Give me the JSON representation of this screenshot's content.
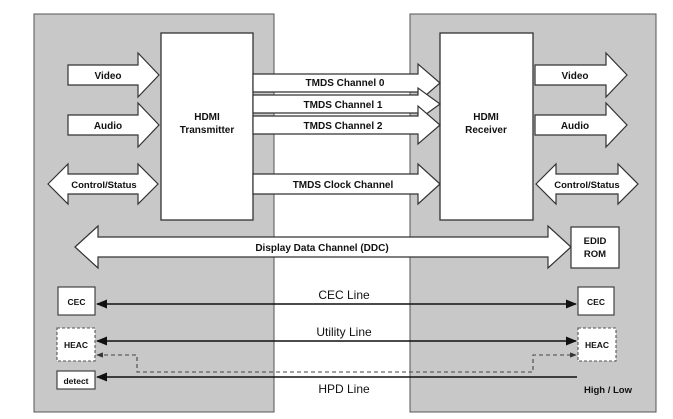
{
  "transmitter": {
    "block_title_line1": "HDMI",
    "block_title_line2": "Transmitter",
    "inputs": {
      "video": "Video",
      "audio": "Audio",
      "control": "Control/Status"
    }
  },
  "receiver": {
    "block_title_line1": "HDMI",
    "block_title_line2": "Receiver",
    "outputs": {
      "video": "Video",
      "audio": "Audio",
      "control": "Control/Status"
    }
  },
  "tmds": {
    "ch0": "TMDS Channel 0",
    "ch1": "TMDS Channel 1",
    "ch2": "TMDS Channel 2",
    "clock": "TMDS Clock Channel"
  },
  "ddc": {
    "label": "Display Data Channel (DDC)"
  },
  "edid": {
    "line1": "EDID",
    "line2": "ROM"
  },
  "cec": {
    "left": "CEC",
    "right": "CEC",
    "line": "CEC Line"
  },
  "heac": {
    "left": "HEAC",
    "right": "HEAC",
    "line": "Utility Line"
  },
  "hpd": {
    "left": "detect",
    "line": "HPD Line",
    "state": "High / Low"
  },
  "colors": {
    "panel": "#c8c8c8",
    "block": "#ffffff",
    "stroke": "#333333",
    "background": "#ffffff"
  }
}
